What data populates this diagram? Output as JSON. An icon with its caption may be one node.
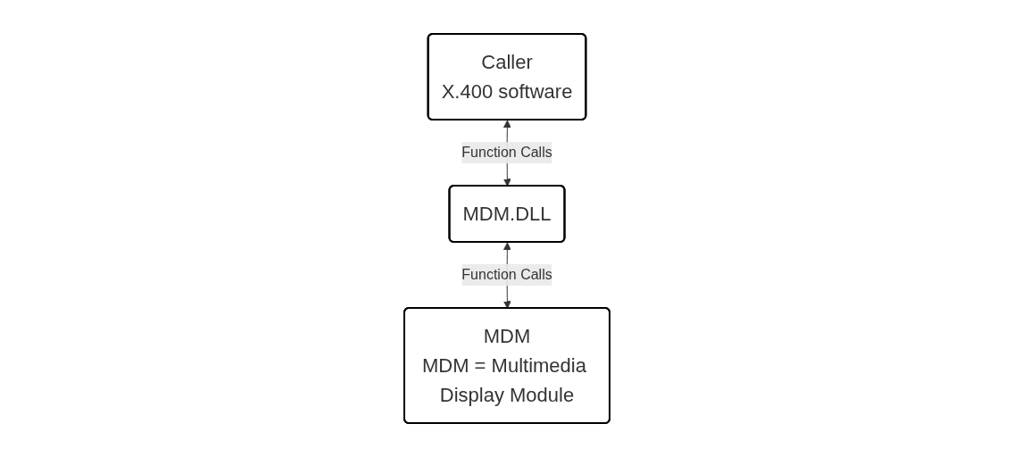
{
  "diagram": {
    "nodes": [
      {
        "text": [
          "Caller",
          "X.400 software"
        ]
      },
      {
        "text": [
          "MDM",
          "MDM = Multimedia Display Module"
        ]
      },
      {
        "text": [
          "MDM.DLL"
        ]
      }
    ],
    "edges": [
      {
        "from": 0,
        "to": 2,
        "arrow": "both",
        "label": "Function Calls"
      },
      {
        "from": 2,
        "to": 1,
        "arrow": "both",
        "label": "Function Calls"
      }
    ]
  }
}
